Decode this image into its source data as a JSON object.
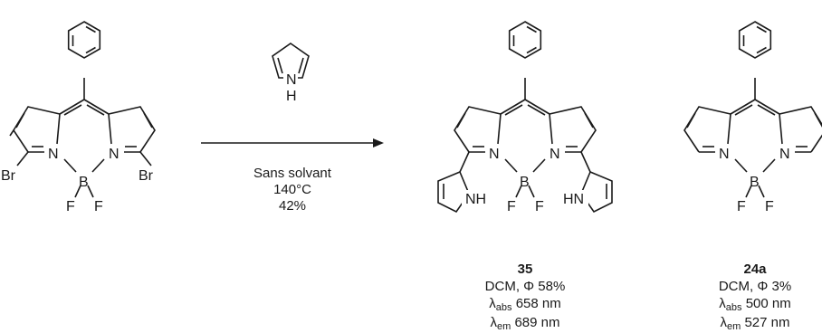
{
  "reagent": {
    "nh": "N",
    "h": "H"
  },
  "conditions": {
    "line1": "Sans solvant",
    "line2": "140°C",
    "line3": "42%"
  },
  "start_material": {
    "br": "Br",
    "f": "F",
    "b": "B",
    "n": "N"
  },
  "product_35": {
    "number": "35",
    "solvent_line": "DCM, Φ 58%",
    "abs_symbol": "λ",
    "abs_sub": "abs",
    "abs_value": "658 nm",
    "em_symbol": "λ",
    "em_sub": "em",
    "em_value": "689 nm",
    "nh_left": "NH",
    "nh_right": "HN"
  },
  "compound_24a": {
    "number": "24a",
    "solvent_line": "DCM, Φ 3%",
    "abs_symbol": "λ",
    "abs_sub": "abs",
    "abs_value": "500 nm",
    "em_symbol": "λ",
    "em_sub": "em",
    "em_value": "527 nm"
  }
}
